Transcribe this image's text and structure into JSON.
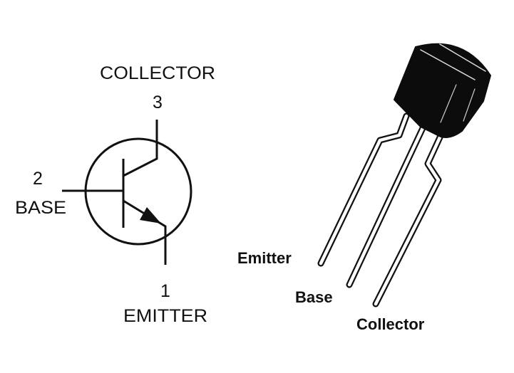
{
  "schematic": {
    "collector": {
      "pin": "3",
      "label": "COLLECTOR"
    },
    "base": {
      "pin": "2",
      "label": "BASE"
    },
    "emitter": {
      "pin": "1",
      "label": "EMITTER"
    },
    "symbol": "npn-transistor"
  },
  "package": {
    "type": "TO-92",
    "leads": {
      "emitter": "Emitter",
      "base": "Base",
      "collector": "Collector"
    }
  },
  "colors": {
    "ink": "#111111",
    "background": "#ffffff"
  }
}
